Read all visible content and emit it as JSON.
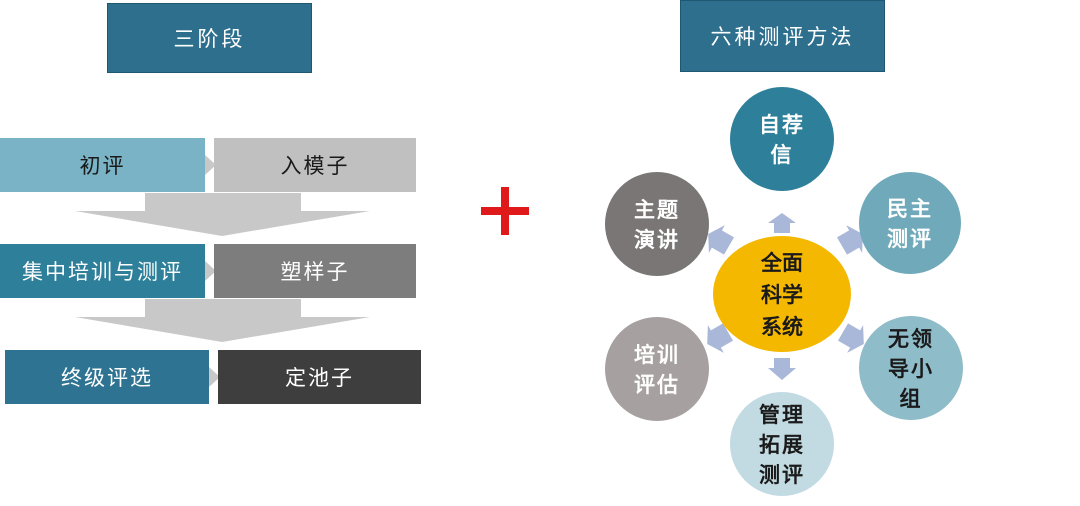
{
  "left_panel": {
    "header": "三阶段",
    "stages": [
      {
        "left": "初评",
        "right": "入模子"
      },
      {
        "left": "集中培训与测评",
        "right": "塑样子"
      },
      {
        "left": "终级评选",
        "right": "定池子"
      }
    ]
  },
  "plus_sign": "+",
  "right_panel": {
    "header": "六种测评方法",
    "center": [
      "全面",
      "科学",
      "系统"
    ],
    "methods": [
      {
        "lines": [
          "自荐",
          "信"
        ]
      },
      {
        "lines": [
          "民主",
          "测评"
        ]
      },
      {
        "lines": [
          "无领",
          "导小",
          "组"
        ]
      },
      {
        "lines": [
          "管理",
          "拓展",
          "测评"
        ]
      },
      {
        "lines": [
          "培训",
          "评估"
        ]
      },
      {
        "lines": [
          "主题",
          "演讲"
        ]
      }
    ]
  },
  "colors": {
    "header_bg": "#2e6f8e",
    "stage_left": [
      "#7ab3c5",
      "#2e7f9a",
      "#2e7392"
    ],
    "stage_right": [
      "#c0c0c0",
      "#7d7d7d",
      "#3e3e3e"
    ],
    "stage_right_text": [
      "#1a1a1a",
      "#ffffff",
      "#ffffff"
    ],
    "chevron": "#c8c8c8",
    "plus": "#e01a1a",
    "center": "#f5b800",
    "method_circles": [
      "#2e7f9a",
      "#6fa9ba",
      "#8fbcc9",
      "#c2dbe2",
      "#a7a0a0",
      "#7a7676"
    ],
    "method_text": [
      "#ffffff",
      "#ffffff",
      "#1a1a1a",
      "#1a1a1a",
      "#ffffff",
      "#ffffff"
    ],
    "small_arrow": "#a9b8d8"
  }
}
